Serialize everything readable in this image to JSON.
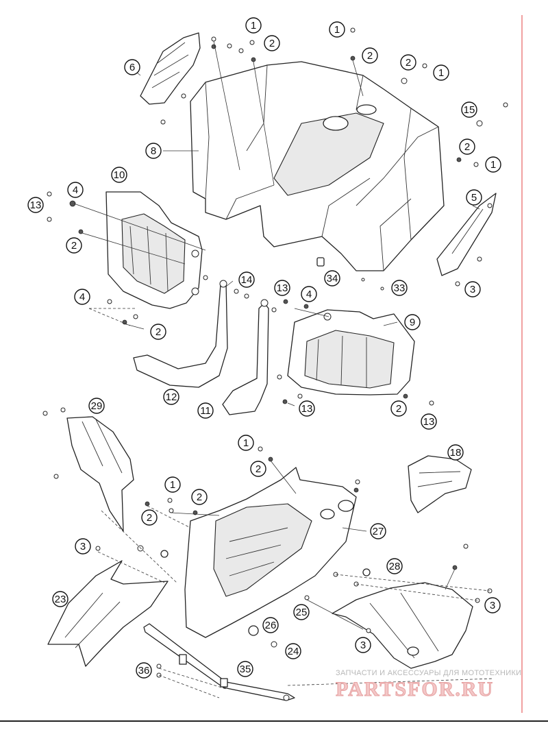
{
  "diagram": {
    "watermark": {
      "caption": "ЗАПЧАСТИ И АКСЕССУАРЫ ДЛЯ МОТОТЕХНИКИ",
      "brand": "PARTSFOR.RU"
    },
    "callouts": [
      {
        "id": "c-1a",
        "label": "1"
      },
      {
        "id": "c-2a",
        "label": "2"
      },
      {
        "id": "c-1b",
        "label": "1"
      },
      {
        "id": "c-2b",
        "label": "2"
      },
      {
        "id": "c-2c",
        "label": "2"
      },
      {
        "id": "c-1c",
        "label": "1"
      },
      {
        "id": "c-6",
        "label": "6"
      },
      {
        "id": "c-8",
        "label": "8"
      },
      {
        "id": "c-15",
        "label": "15"
      },
      {
        "id": "c-2d",
        "label": "2"
      },
      {
        "id": "c-1d",
        "label": "1"
      },
      {
        "id": "c-10",
        "label": "10"
      },
      {
        "id": "c-4a",
        "label": "4"
      },
      {
        "id": "c-13a",
        "label": "13"
      },
      {
        "id": "c-2e",
        "label": "2"
      },
      {
        "id": "c-5",
        "label": "5"
      },
      {
        "id": "c-34",
        "label": "34"
      },
      {
        "id": "c-33",
        "label": "33"
      },
      {
        "id": "c-3a",
        "label": "3"
      },
      {
        "id": "c-14",
        "label": "14"
      },
      {
        "id": "c-13b",
        "label": "13"
      },
      {
        "id": "c-4b",
        "label": "4"
      },
      {
        "id": "c-4c",
        "label": "4"
      },
      {
        "id": "c-9",
        "label": "9"
      },
      {
        "id": "c-2f",
        "label": "2"
      },
      {
        "id": "c-12",
        "label": "12"
      },
      {
        "id": "c-11",
        "label": "11"
      },
      {
        "id": "c-13c",
        "label": "13"
      },
      {
        "id": "c-2g",
        "label": "2"
      },
      {
        "id": "c-13d",
        "label": "13"
      },
      {
        "id": "c-29",
        "label": "29"
      },
      {
        "id": "c-1e",
        "label": "1"
      },
      {
        "id": "c-2h",
        "label": "2"
      },
      {
        "id": "c-18",
        "label": "18"
      },
      {
        "id": "c-1f",
        "label": "1"
      },
      {
        "id": "c-2i",
        "label": "2"
      },
      {
        "id": "c-2j",
        "label": "2"
      },
      {
        "id": "c-27",
        "label": "27"
      },
      {
        "id": "c-3b",
        "label": "3"
      },
      {
        "id": "c-28",
        "label": "28"
      },
      {
        "id": "c-23",
        "label": "23"
      },
      {
        "id": "c-3c",
        "label": "3"
      },
      {
        "id": "c-25",
        "label": "25"
      },
      {
        "id": "c-26",
        "label": "26"
      },
      {
        "id": "c-3d",
        "label": "3"
      },
      {
        "id": "c-24",
        "label": "24"
      },
      {
        "id": "c-36",
        "label": "36"
      },
      {
        "id": "c-35",
        "label": "35"
      }
    ]
  }
}
